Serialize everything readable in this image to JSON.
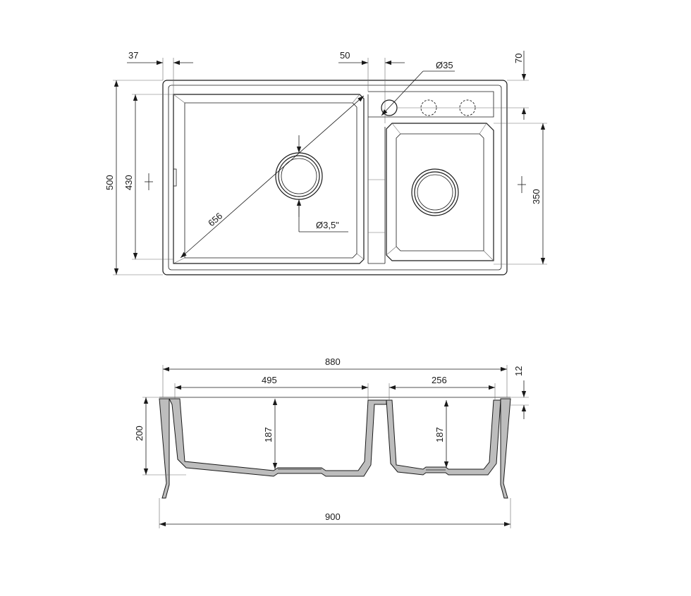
{
  "top_view": {
    "dims": {
      "d37": "37",
      "d50": "50",
      "d70": "70",
      "d500": "500",
      "d430": "430",
      "d350": "350",
      "d656": "656",
      "tap_hole": "Ø35",
      "drain": "Ø3,5\""
    }
  },
  "section_view": {
    "dims": {
      "d880": "880",
      "d495": "495",
      "d256": "256",
      "d12": "12",
      "d200": "200",
      "d187_left": "187",
      "d187_right": "187",
      "d900": "900"
    }
  },
  "colors": {
    "line": "#1a1a1a",
    "section_fill": "#bdbdbd",
    "background": "#ffffff"
  }
}
